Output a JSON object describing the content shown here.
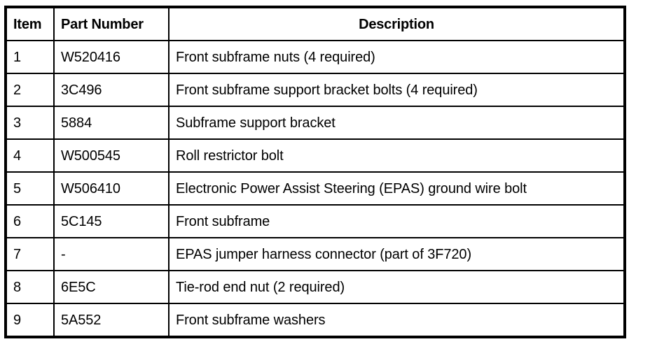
{
  "table": {
    "columns": [
      {
        "key": "item",
        "label": "Item"
      },
      {
        "key": "part_number",
        "label": "Part Number"
      },
      {
        "key": "description",
        "label": "Description"
      }
    ],
    "rows": [
      {
        "item": "1",
        "part_number": "W520416",
        "description": "Front subframe nuts (4 required)"
      },
      {
        "item": "2",
        "part_number": "3C496",
        "description": "Front subframe support bracket bolts (4 required)"
      },
      {
        "item": "3",
        "part_number": "5884",
        "description": "Subframe support bracket"
      },
      {
        "item": "4",
        "part_number": "W500545",
        "description": "Roll restrictor bolt"
      },
      {
        "item": "5",
        "part_number": "W506410",
        "description": "Electronic Power Assist Steering (EPAS) ground wire bolt"
      },
      {
        "item": "6",
        "part_number": "5C145",
        "description": "Front subframe"
      },
      {
        "item": "7",
        "part_number": "-",
        "description": "EPAS jumper harness connector (part of 3F720)"
      },
      {
        "item": "8",
        "part_number": "6E5C",
        "description": "Tie-rod end nut (2 required)"
      },
      {
        "item": "9",
        "part_number": "5A552",
        "description": "Front subframe washers"
      }
    ]
  },
  "colors": {
    "border": "#000000",
    "background": "#ffffff",
    "text": "#000000"
  }
}
